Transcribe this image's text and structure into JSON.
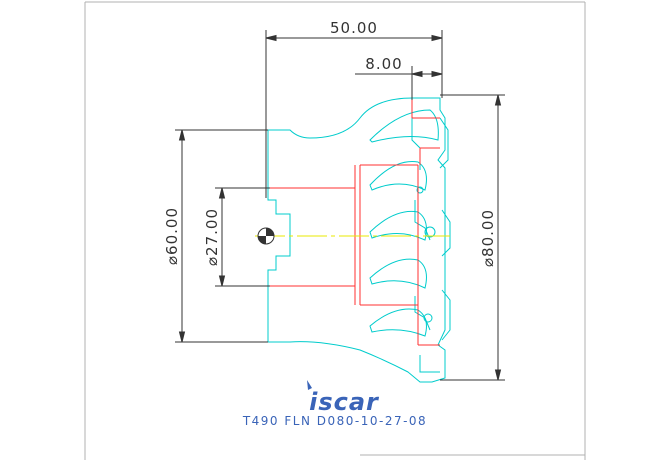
{
  "dimensions": {
    "overall_length": "50.00",
    "insert_offset": "8.00",
    "shank_diameter": "⌀60.00",
    "bore_diameter": "⌀27.00",
    "cutting_diameter": "⌀80.00"
  },
  "brand": {
    "logo_text": "iscar",
    "color": "#3a64b8"
  },
  "caption": "T490 FLN D080-10-27-08",
  "colors": {
    "outline": "#00cccc",
    "hidden": "#ff3030",
    "centerline": "#e8e800",
    "dimension": "#333333",
    "frame": "#aaaaaa"
  }
}
